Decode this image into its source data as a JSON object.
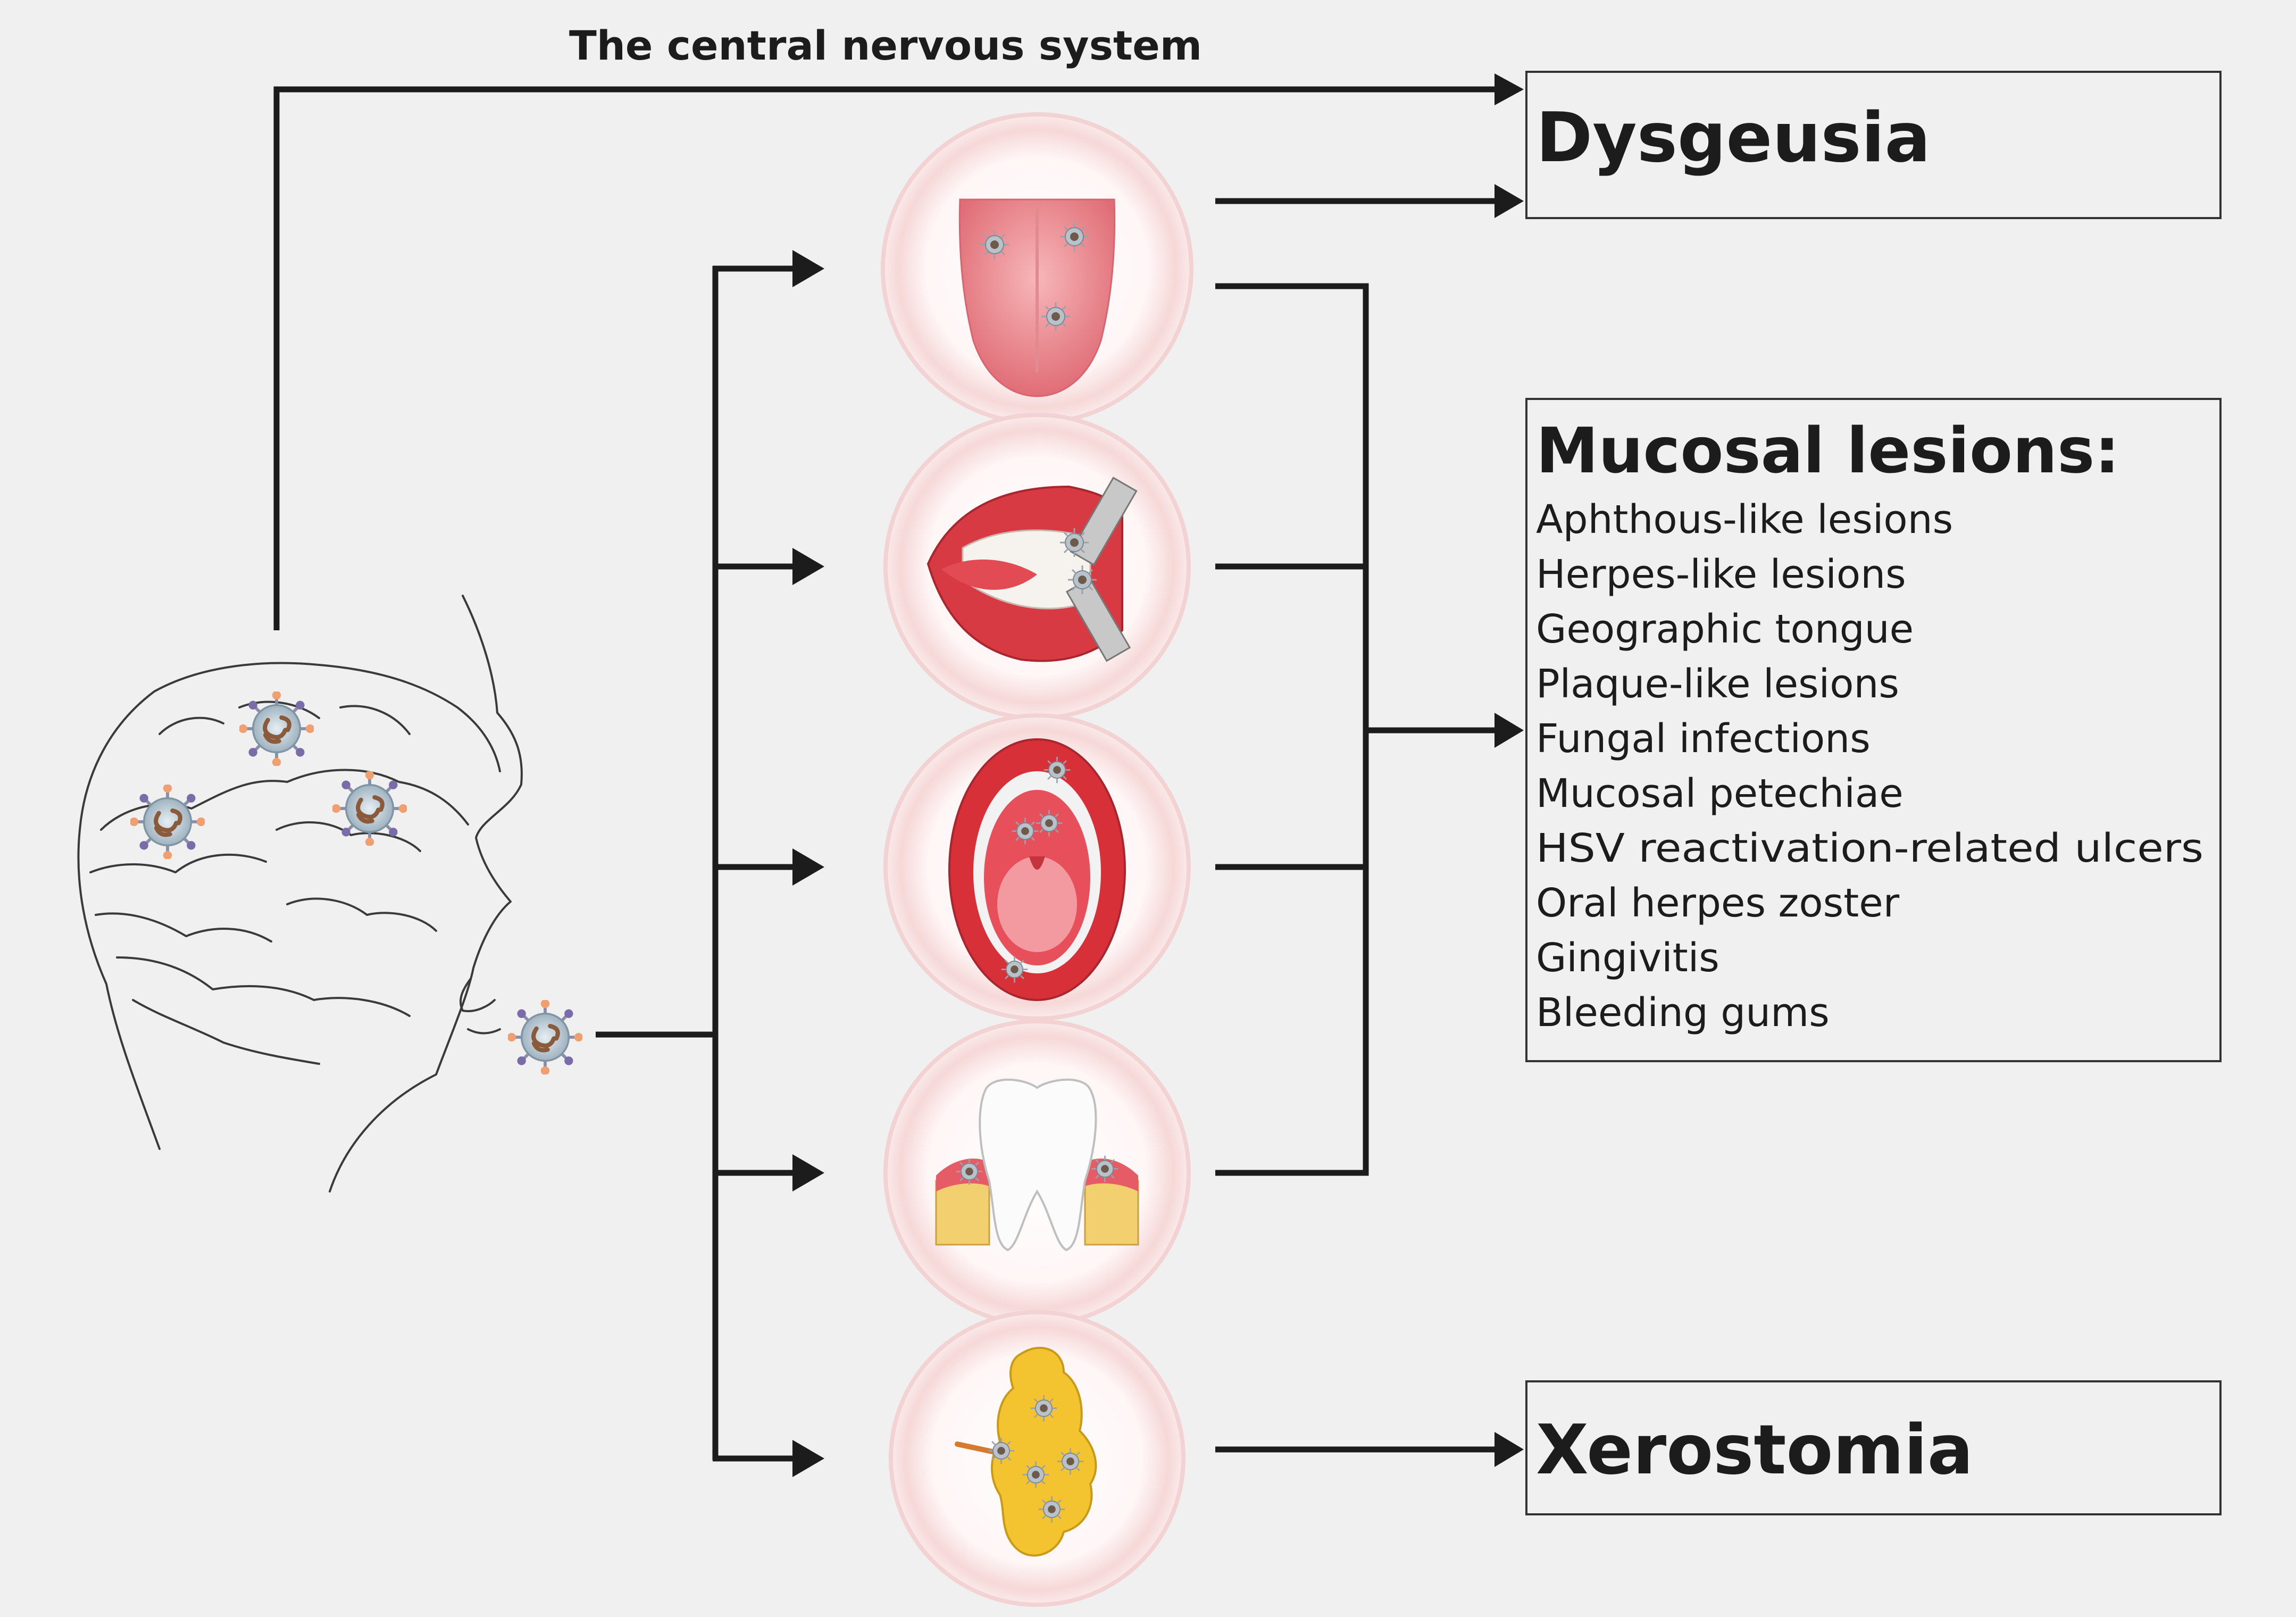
{
  "cns_label": "The central nervous system",
  "outcomes": {
    "dysgeusia": "Dysgeusia",
    "mucosal_title": "Mucosal lesions:",
    "mucosal_items": [
      "Aphthous-like lesions",
      "Herpes-like lesions",
      "Geographic tongue",
      "Plaque-like lesions",
      "Fungal infections",
      "Mucosal petechiae",
      "HSV reactivation-related ulcers",
      "Oral herpes zoster",
      "Gingivitis",
      "Bleeding gums"
    ],
    "xerostomia": "Xerostomia"
  },
  "organs": [
    {
      "name": "tongue-icon"
    },
    {
      "name": "lips-icon"
    },
    {
      "name": "open-mouth-icon"
    },
    {
      "name": "tooth-gum-icon"
    },
    {
      "name": "salivary-gland-icon"
    }
  ],
  "colors": {
    "background": "#f0f0f0",
    "lines": "#1c1c1c",
    "mucosa_red": "#d8323a",
    "gland_yellow": "#f4c430",
    "virus_grey": "#9aa3ab"
  }
}
